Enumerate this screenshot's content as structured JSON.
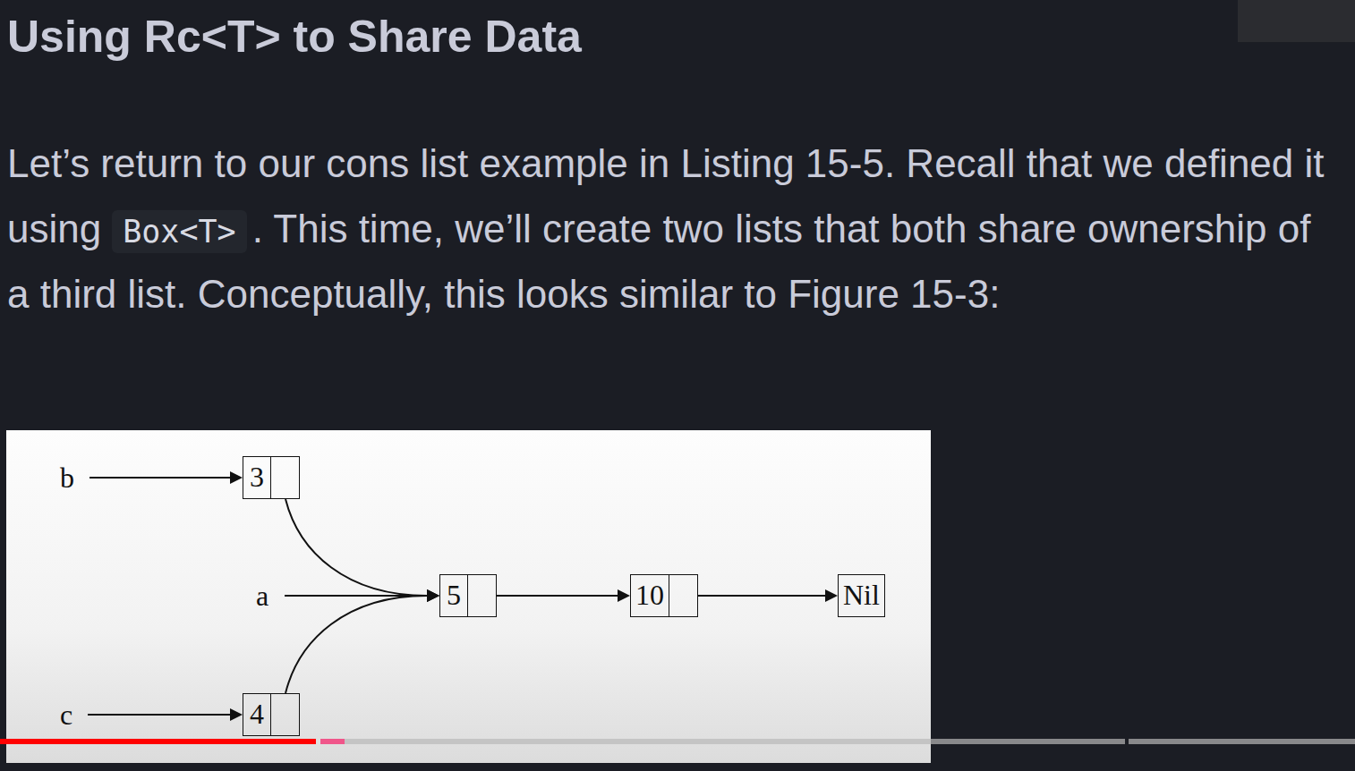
{
  "diagram": {
    "title": "Using Rc<T> to Share Data",
    "nodes": [
      {
        "text": [
          "3"
        ]
      },
      {
        "text": [
          "5"
        ]
      },
      {
        "text": [
          "10"
        ]
      },
      {
        "text": [
          "Nil"
        ]
      },
      {
        "text": [
          "4"
        ]
      }
    ],
    "edges": [
      {
        "from": 0,
        "to": 1,
        "arrow": "to"
      },
      {
        "from": 4,
        "to": 1,
        "arrow": "to"
      },
      {
        "from": 1,
        "to": 2,
        "arrow": "to"
      },
      {
        "from": 2,
        "to": 3,
        "arrow": "to"
      }
    ],
    "labels": [
      "Let’s return to our cons list example in Listing 15-5. Recall that we defined it using",
      "Box<T>",
      ". This time, we’ll create two lists that both share ownership of a third list. Conceptually, this looks similar to Figure 15-3:",
      "b",
      "a",
      "c"
    ]
  }
}
